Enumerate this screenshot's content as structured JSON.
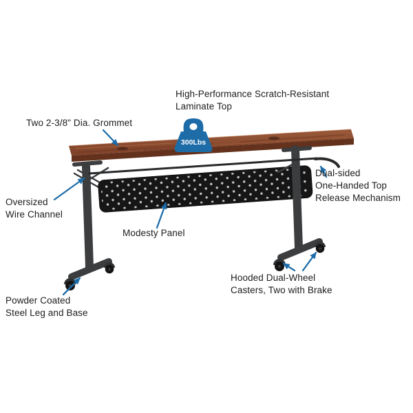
{
  "labels": {
    "laminate_top": "High-Performance Scratch-Resistant\nLaminate Top",
    "grommet": "Two 2-3/8\" Dia. Grommet",
    "weight_capacity": "300Lbs",
    "release_mechanism": "Dual-sided\nOne-Handed Top\nRelease Mechanism",
    "wire_channel": "Oversized\nWire Channel",
    "modesty_panel": "Modesty Panel",
    "casters": "Hooded Dual-Wheel\nCasters, Two with Brake",
    "leg_base": "Powder Coated\nSteel Leg and Base"
  },
  "colors": {
    "accent": "#1d6ca8",
    "tabletop": "#8a4a33",
    "tabletop_edge": "#63311c",
    "panel": "#161616",
    "frame": "#3b3d3f"
  }
}
